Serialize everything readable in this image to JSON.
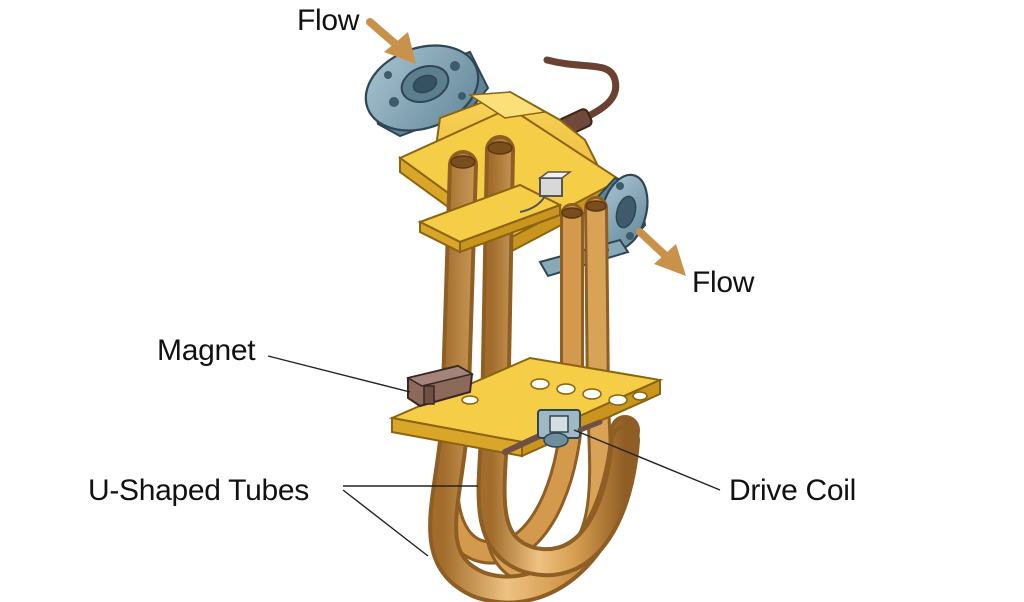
{
  "labels": {
    "flow_in": "Flow",
    "flow_out": "Flow",
    "magnet": "Magnet",
    "u_tubes": "U-Shaped Tubes",
    "drive_coil": "Drive Coil"
  },
  "colors": {
    "tube": "#d39a4d",
    "tube_dark": "#9e6a2c",
    "tube_light": "#eec282",
    "bracket": "#f2c339",
    "bracket_dark": "#c9951e",
    "flange": "#7fa3b5",
    "flange_dark": "#4f6f80",
    "arrow": "#c9924a",
    "magnet": "#7e5f52",
    "cable": "#6b4232"
  },
  "icons": {
    "flow_in_arrow": "arrow-down-right-icon",
    "flow_out_arrow": "arrow-down-right-icon"
  }
}
